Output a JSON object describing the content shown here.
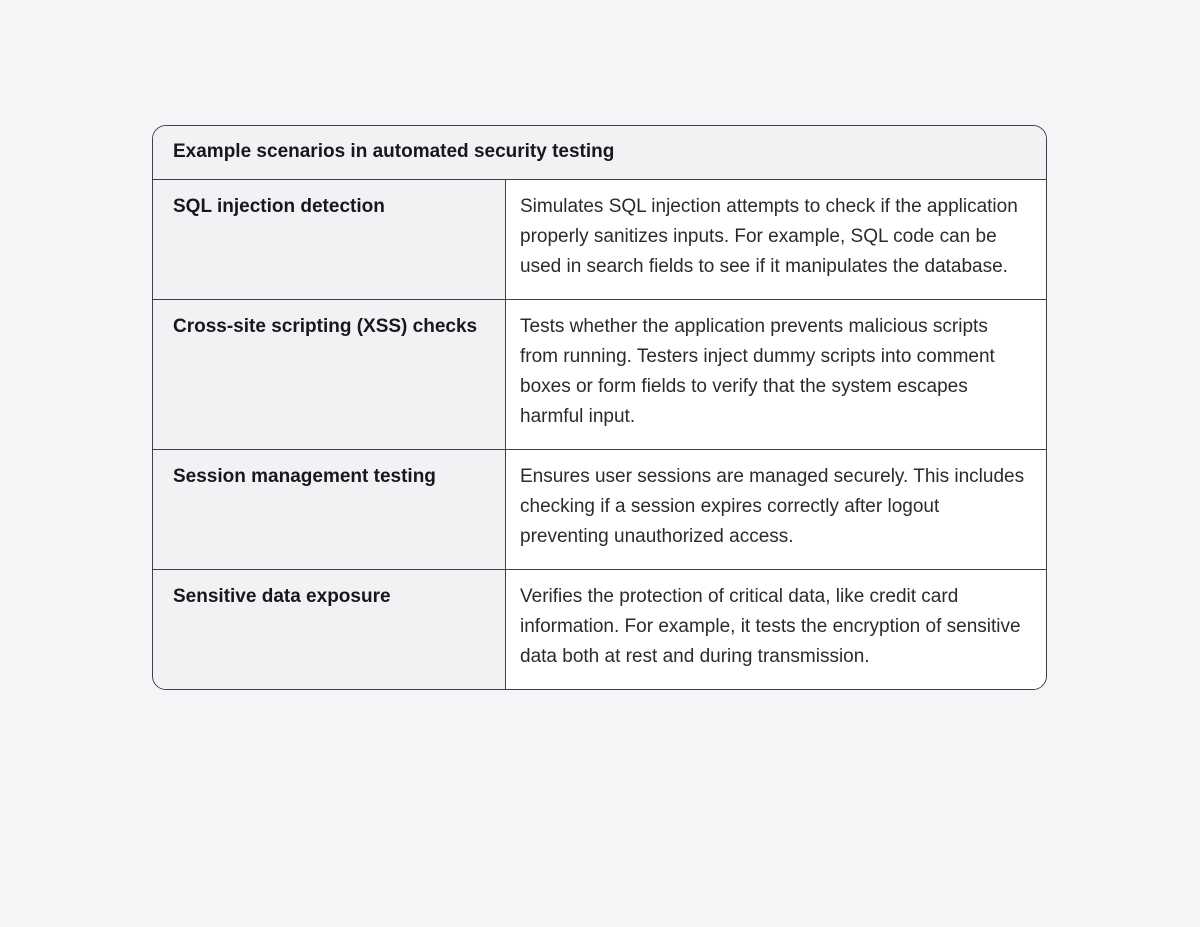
{
  "table": {
    "title": "Example scenarios in automated security testing",
    "rows": [
      {
        "label": "SQL injection detection",
        "description": "Simulates SQL injection attempts to check if the application properly sanitizes inputs. For example, SQL code can be used in search fields to see if it manipulates the database."
      },
      {
        "label": "Cross-site scripting (XSS) checks",
        "description": "Tests whether the application prevents malicious scripts from running. Testers inject dummy scripts into comment boxes or form fields to verify that the system escapes harmful input."
      },
      {
        "label": "Session management testing",
        "description": "Ensures user sessions are managed securely. This includes checking if a session expires correctly after logout preventing unauthorized access."
      },
      {
        "label": "Sensitive data exposure",
        "description": "Verifies the protection of critical data, like credit card information. For example, it tests the encryption of sensitive data both at rest and during transmission."
      }
    ],
    "colors": {
      "page_background": "#f4f5f6",
      "header_background": "#f1f2f4",
      "label_background": "#f1f2f4",
      "description_background": "#ffffff",
      "border": "#3f4045",
      "text_bold": "#17181b",
      "text_body": "#2a2b2f"
    }
  }
}
